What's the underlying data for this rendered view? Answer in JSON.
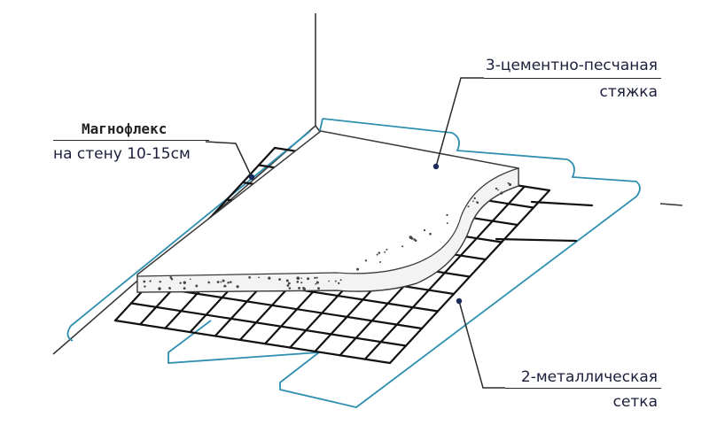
{
  "labels": {
    "magnoflex_title": "Магнофлекс",
    "magnoflex_sub": "на стену 10-15см",
    "screed_line1": "3-цементно-песчаная",
    "screed_line2": "стяжка",
    "mesh_line1": "2-металлическая",
    "mesh_line2": "сетка"
  },
  "colors": {
    "membrane": "#2f8fb0",
    "outline": "#3a3a3a",
    "mesh": "#111111",
    "leader_dot": "#1a2a5a"
  }
}
